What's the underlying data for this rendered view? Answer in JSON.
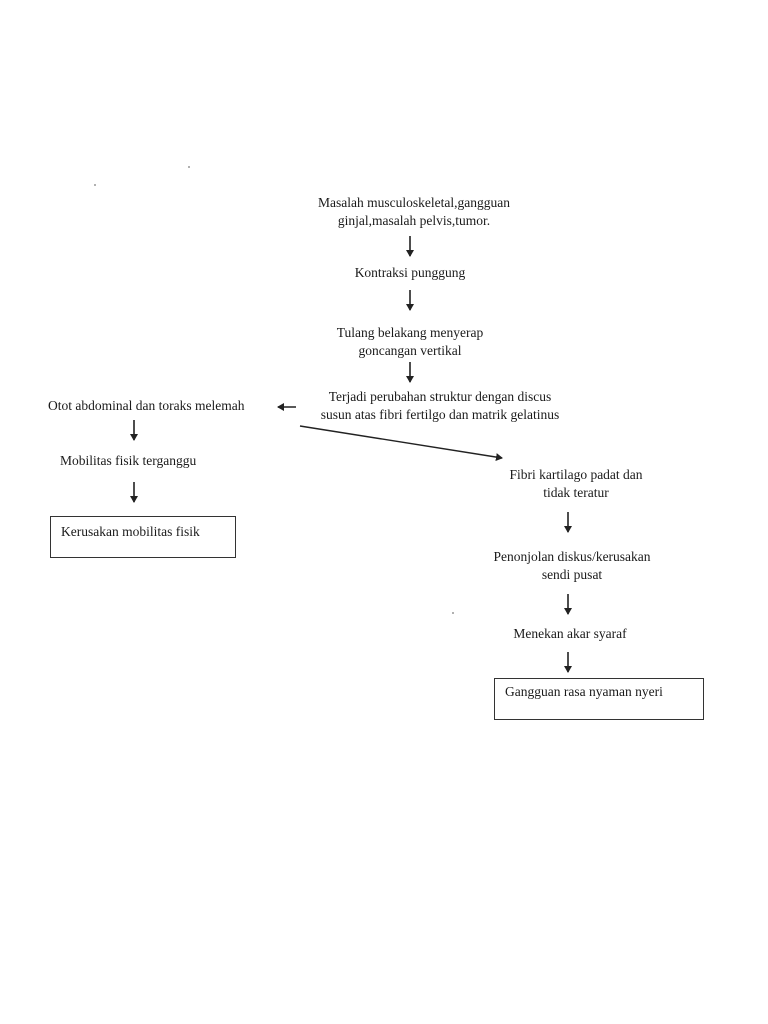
{
  "flowchart": {
    "main": {
      "n1_line1": "Masalah musculoskeletal,gangguan",
      "n1_line2": "ginjal,masalah pelvis,tumor.",
      "n2": "Kontraksi punggung",
      "n3_line1": "Tulang belakang menyerap",
      "n3_line2": "goncangan vertikal",
      "n4_line1": "Terjadi perubahan struktur dengan discus",
      "n4_line2": "susun atas fibri fertilgo dan matrik gelatinus"
    },
    "left_branch": {
      "n1": "Otot abdominal dan toraks melemah",
      "n2": "Mobilitas fisik terganggu",
      "box": "Kerusakan mobilitas fisik"
    },
    "right_branch": {
      "n1_line1": "Fibri kartilago padat dan",
      "n1_line2": "tidak teratur",
      "n2_line1": "Penonjolan diskus/kerusakan",
      "n2_line2": "sendi pusat",
      "n3": "Menekan akar syaraf",
      "box": "Gangguan rasa nyaman nyeri"
    }
  },
  "colors": {
    "text": "#1a1a1a",
    "arrow": "#222222",
    "background": "#ffffff"
  }
}
